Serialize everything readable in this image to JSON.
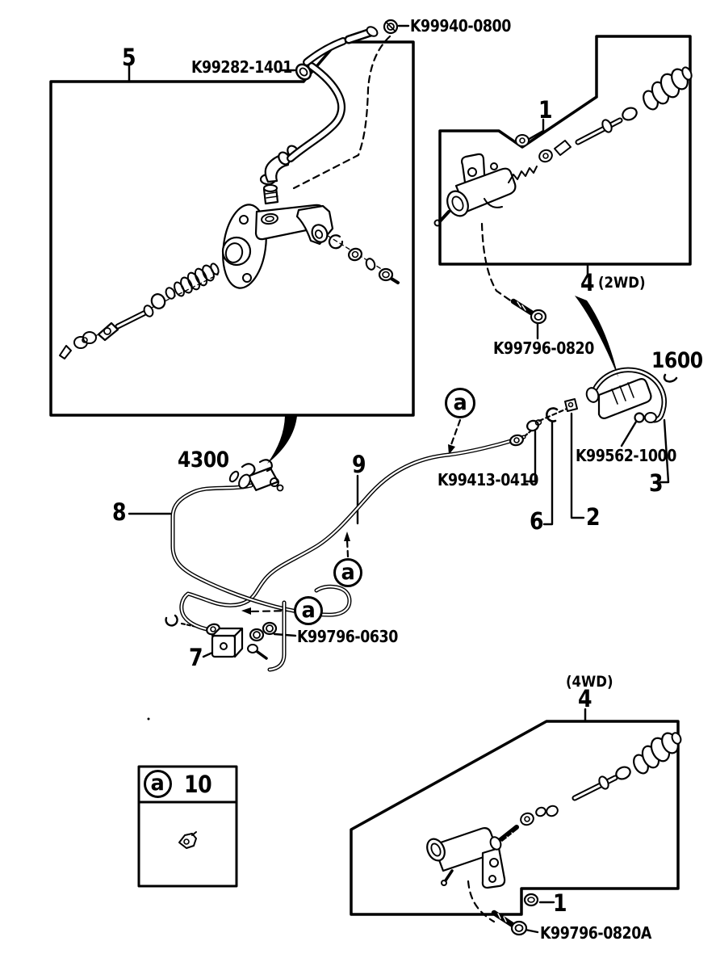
{
  "diagram": {
    "type": "exploded-parts-diagram",
    "subject": "Clutch master cylinder, release cylinder and piping",
    "colors": {
      "line": "#000000",
      "background": "#ffffff"
    },
    "callouts": {
      "num5": "5",
      "num1_2wd": "1",
      "num4_2wd": "4",
      "suffix_2wd": "(2WD)",
      "ref_1600": "1600",
      "ref_4300": "4300",
      "num3": "3",
      "num2": "2",
      "num6": "6",
      "num9": "9",
      "num8": "8",
      "num7": "7",
      "suffix_4wd": "(4WD)",
      "num4_4wd": "4",
      "num1_4wd": "1",
      "marker_a": "a",
      "legend_marker": "a",
      "legend_part": "10"
    },
    "part_numbers": {
      "k99940_0800": "K99940-0800",
      "k99282_1401": "K99282-1401",
      "k99796_0820": "K99796-0820",
      "k99562_1000": "K99562-1000",
      "k99413_0410": "K99413-0410",
      "k99796_0630": "K99796-0630",
      "k99796_0820a": "K99796-0820A"
    }
  }
}
